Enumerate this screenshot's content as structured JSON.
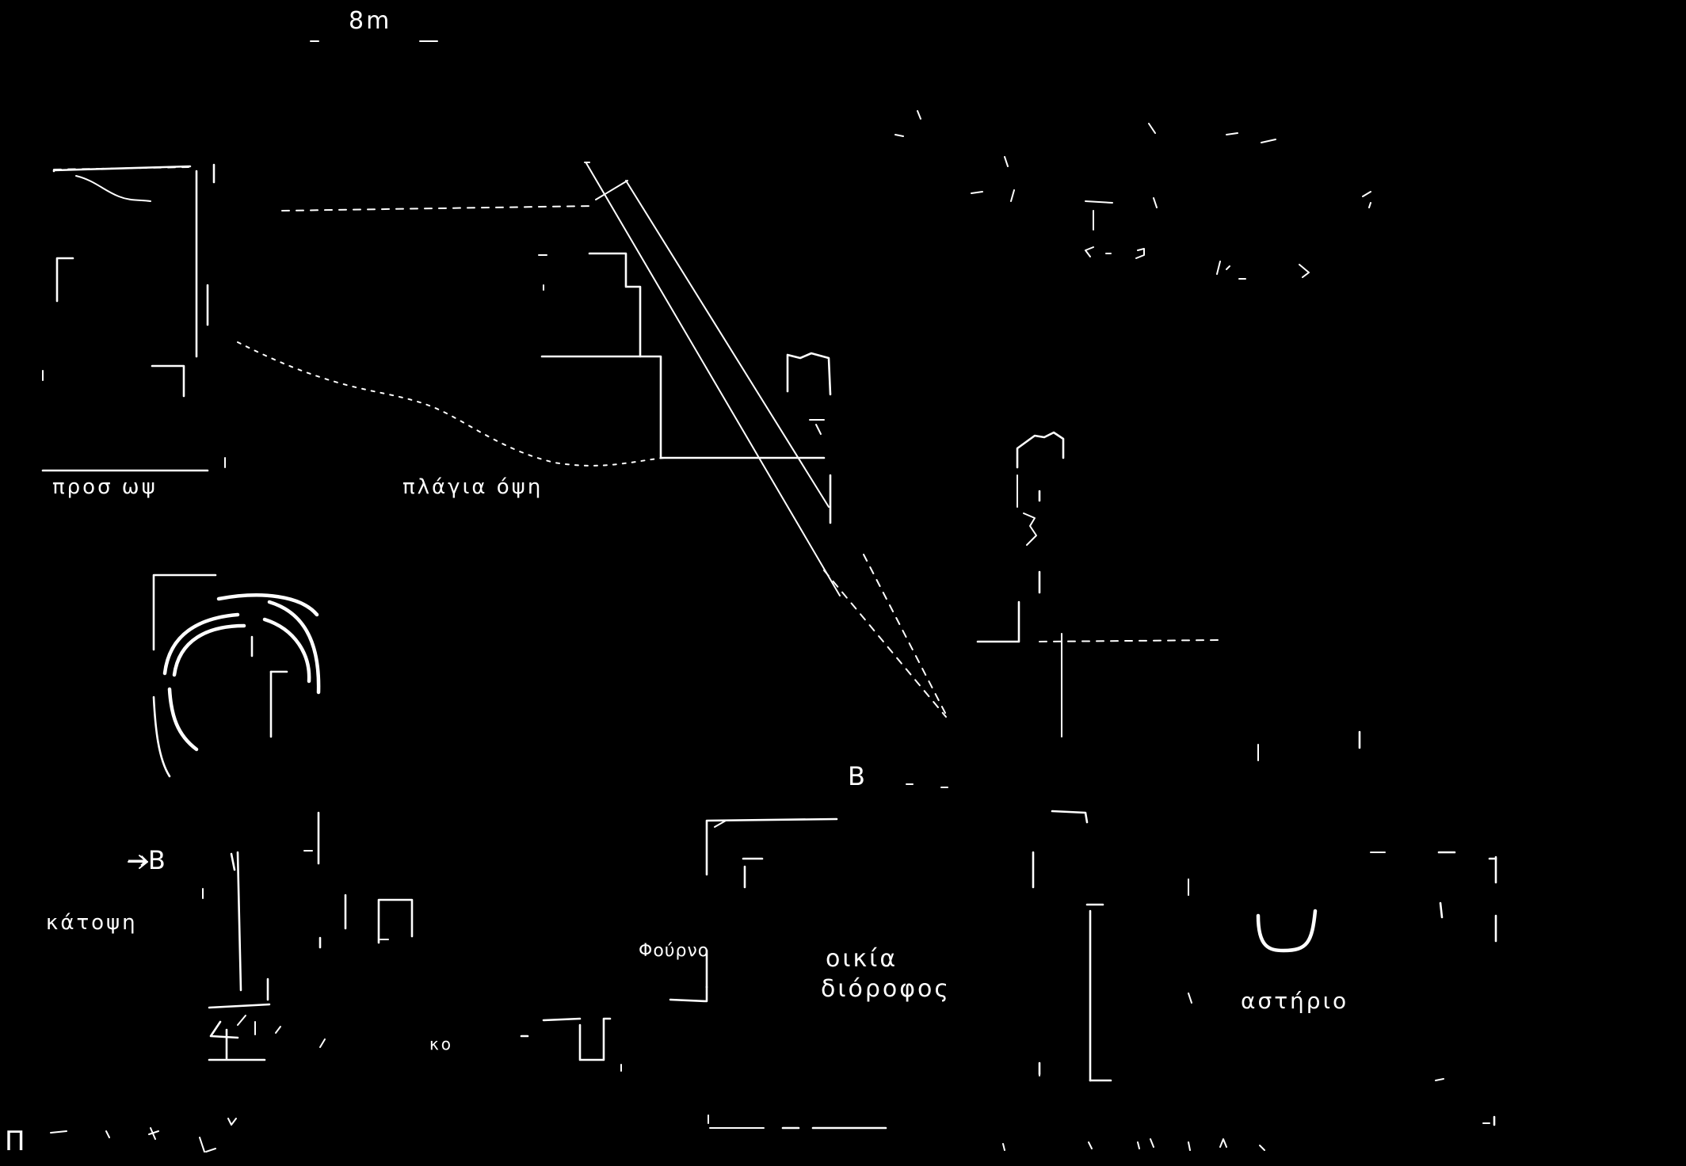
{
  "ink_color": "#ffffff",
  "background_color": "#000000",
  "labels": {
    "scale": "8m",
    "facade": "προσ ωψ",
    "side_view": "πλάγια όψη",
    "plan": "κάτοψη",
    "section_marker_plan": "→B",
    "section_marker_diagonal": "B",
    "oven": "Φούρνο",
    "house": "οικία",
    "two_storey": "διόροφος",
    "fragment": "κο",
    "workshop": "αστήριο",
    "corner_note": "Π"
  }
}
